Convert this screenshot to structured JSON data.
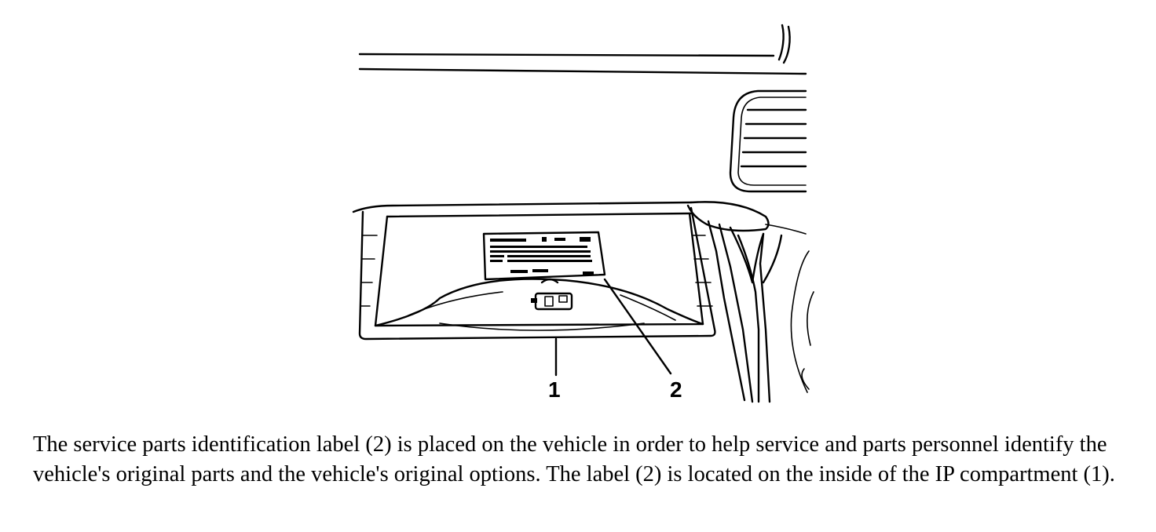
{
  "figure": {
    "callouts": {
      "ip_compartment": "1",
      "service_parts_label": "2"
    }
  },
  "caption": {
    "text": "The service parts identification label (2) is placed on the vehicle in order to help service and parts personnel identify the vehicle's original parts and the vehicle's original options. The label (2) is located on the inside of the IP compartment (1)."
  }
}
